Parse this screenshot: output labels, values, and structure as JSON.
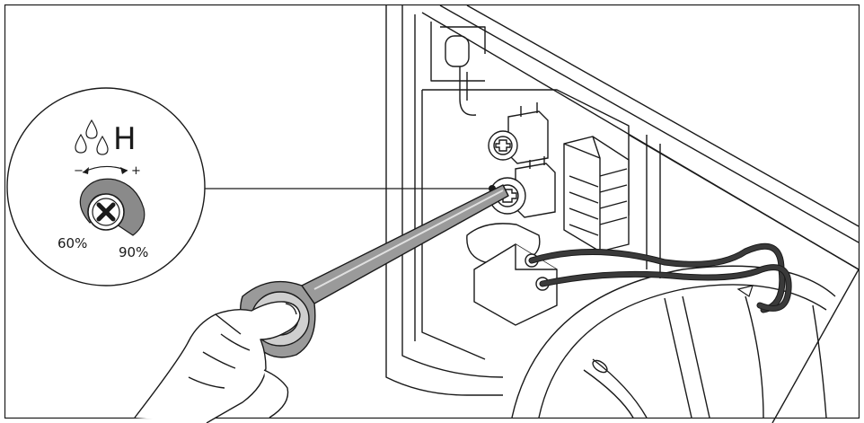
{
  "detail": {
    "letter": "H",
    "minus": "−",
    "plus": "+",
    "min_label": "60%",
    "max_label": "90%"
  },
  "colors": {
    "outline": "#1a1a1a",
    "gauge": "#8a8a8a",
    "cable": "#3a3a3a",
    "tool_fill": "#9a9a9a",
    "tool_light": "#cfcfcf"
  },
  "icons": {
    "drops": "humidity-drops-icon",
    "screw": "cross-screw-icon"
  }
}
